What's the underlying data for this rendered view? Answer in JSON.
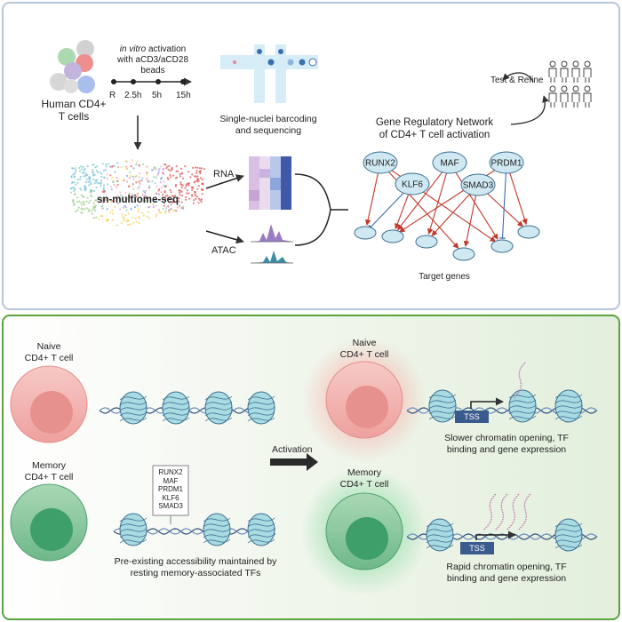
{
  "top_panel": {
    "cells_label": "Human CD4+\nT cells",
    "activation_italic": "in vitro",
    "activation_rest": " activation",
    "activation_line2": "with aCD3/aCD28",
    "activation_line3": "beads",
    "timepoints": [
      "R",
      "2.5h",
      "5h",
      "15h"
    ],
    "barcoding_label": "Single-nuclei barcoding\nand sequencing",
    "multiome_label": "sn-multiome-seq",
    "rna_label": "RNA",
    "atac_label": "ATAC",
    "grn_title": "Gene Regulatory Network\nof CD4+ T cell activation",
    "test_refine": "Test & Refine",
    "tfs": [
      "RUNX2",
      "MAF",
      "PRDM1",
      "KLF6",
      "SMAD3"
    ],
    "target_genes_label": "Target genes"
  },
  "bottom_panel": {
    "naive_left": "Naive\nCD4+ T cell",
    "memory_left": "Memory\nCD4+ T cell",
    "tf_box": [
      "RUNX2",
      "MAF",
      "PRDM1",
      "KLF6",
      "SMAD3"
    ],
    "preexisting": "Pre-existing accessibility maintained by\nresting memory-associated TFs",
    "activation_arrow": "Activation",
    "naive_right": "Naive\nCD4+ T cell",
    "memory_right": "Memory\nCD4+ T cell",
    "tss_label": "TSS",
    "slower_text": "Slower chromatin opening, TF\nbinding and gene expression",
    "rapid_text": "Rapid chromatin opening, TF\nbinding and gene expression"
  },
  "colors": {
    "top_border": "#b8c6dd",
    "bottom_border": "#5aa33f",
    "bottom_bg": "#e9f2e3",
    "naive_outer": "#f2b1ae",
    "naive_inner": "#e58d8b",
    "memory_outer": "#7dc197",
    "memory_inner": "#3f9f6a",
    "nucleosome": "#a9dbe3",
    "tss_box": "#3b5b8f",
    "node_fill": "#cfe8f1",
    "edge_red": "#c0392b",
    "edge_blue": "#3f6bb2"
  }
}
